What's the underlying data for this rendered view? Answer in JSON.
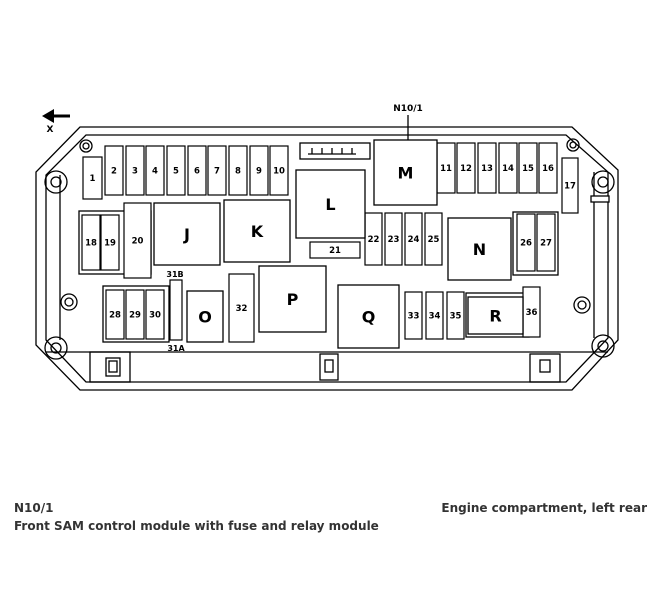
{
  "diagram": {
    "component_code": "N10/1",
    "direction_label": "X",
    "fuses": [
      {
        "id": "f1",
        "label": "1"
      },
      {
        "id": "f2",
        "label": "2"
      },
      {
        "id": "f3",
        "label": "3"
      },
      {
        "id": "f4",
        "label": "4"
      },
      {
        "id": "f5",
        "label": "5"
      },
      {
        "id": "f6",
        "label": "6"
      },
      {
        "id": "f7",
        "label": "7"
      },
      {
        "id": "f8",
        "label": "8"
      },
      {
        "id": "f9",
        "label": "9"
      },
      {
        "id": "f10",
        "label": "10"
      },
      {
        "id": "f11",
        "label": "11"
      },
      {
        "id": "f12",
        "label": "12"
      },
      {
        "id": "f13",
        "label": "13"
      },
      {
        "id": "f14",
        "label": "14"
      },
      {
        "id": "f15",
        "label": "15"
      },
      {
        "id": "f16",
        "label": "16"
      },
      {
        "id": "f17",
        "label": "17"
      },
      {
        "id": "f18",
        "label": "18"
      },
      {
        "id": "f19",
        "label": "19"
      },
      {
        "id": "f20",
        "label": "20"
      },
      {
        "id": "f21",
        "label": "21"
      },
      {
        "id": "f22",
        "label": "22"
      },
      {
        "id": "f23",
        "label": "23"
      },
      {
        "id": "f24",
        "label": "24"
      },
      {
        "id": "f25",
        "label": "25"
      },
      {
        "id": "f26",
        "label": "26"
      },
      {
        "id": "f27",
        "label": "27"
      },
      {
        "id": "f28",
        "label": "28"
      },
      {
        "id": "f29",
        "label": "29"
      },
      {
        "id": "f30",
        "label": "30"
      },
      {
        "id": "f31a",
        "label": "31A"
      },
      {
        "id": "f31b",
        "label": "31B"
      },
      {
        "id": "f32",
        "label": "32"
      },
      {
        "id": "f33",
        "label": "33"
      },
      {
        "id": "f34",
        "label": "34"
      },
      {
        "id": "f35",
        "label": "35"
      },
      {
        "id": "f36",
        "label": "36"
      }
    ],
    "relays": [
      {
        "id": "J",
        "label": "J"
      },
      {
        "id": "K",
        "label": "K"
      },
      {
        "id": "L",
        "label": "L"
      },
      {
        "id": "M",
        "label": "M"
      },
      {
        "id": "N",
        "label": "N"
      },
      {
        "id": "O",
        "label": "O"
      },
      {
        "id": "P",
        "label": "P"
      },
      {
        "id": "Q",
        "label": "Q"
      },
      {
        "id": "R",
        "label": "R"
      }
    ]
  },
  "caption": {
    "code": "N10/1",
    "location": "Engine compartment, left rear",
    "description": "Front SAM control module with fuse and relay module"
  }
}
